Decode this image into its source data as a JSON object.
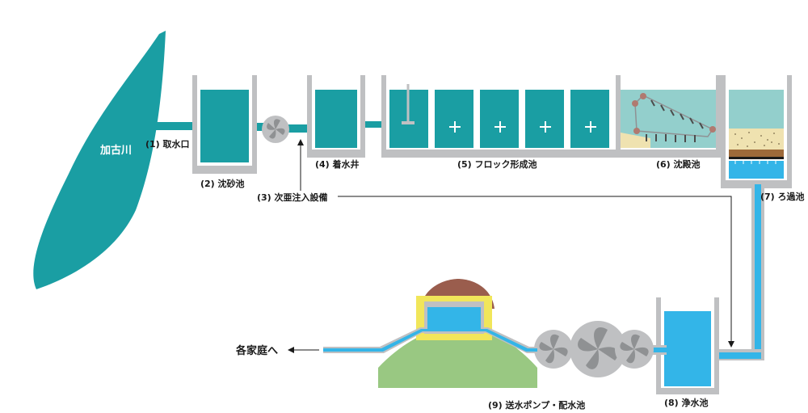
{
  "river": {
    "label": "加古川"
  },
  "steps": [
    {
      "id": "intake",
      "label": "(1) 取水口"
    },
    {
      "id": "sand_basin",
      "label": "(2) 沈砂池"
    },
    {
      "id": "chlorine",
      "label": "(3) 次亜注入設備"
    },
    {
      "id": "receiving_well",
      "label": "(4) 着水井"
    },
    {
      "id": "floc_basin",
      "label": "(5) フロック形成池"
    },
    {
      "id": "settling_basin",
      "label": "(6) 沈殿池"
    },
    {
      "id": "filter_basin",
      "label": "(7) ろ過池"
    },
    {
      "id": "clear_well",
      "label": "(8) 浄水池"
    },
    {
      "id": "pump_reservoir",
      "label": "(9) 送水ポンプ・配水池"
    }
  ],
  "destination": {
    "label": "各家庭へ"
  },
  "colors": {
    "teal": "#1a9ea3",
    "light_blue": "#33b5e8",
    "gray": "#bfc0c2",
    "sand": "#efe2b0",
    "gravel": "#9e6a3a",
    "hill": "#99c882",
    "reservoir_top": "#9a5d4d",
    "yellow_frame": "#f1e65a",
    "settling_teal": "#93cfcc"
  }
}
